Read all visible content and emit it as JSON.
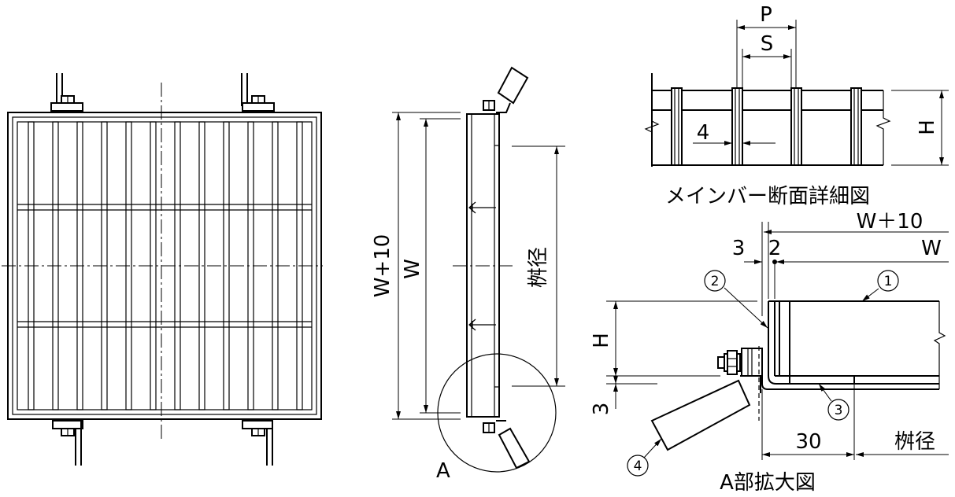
{
  "detail_label_A": "A",
  "section_detail": {
    "title": "メインバー断面詳細図",
    "pitch": "P",
    "space": "S",
    "thickness": "4",
    "height": "H"
  },
  "side_view": {
    "outer_width": "W+10",
    "inner_width": "W",
    "basin_diameter": "桝径"
  },
  "enlarged_A": {
    "title": "A部拡大図",
    "outer_width": "W＋10",
    "inner_width": "W",
    "gap_3": "3",
    "gap_2": "2",
    "height": "H",
    "plate_3": "3",
    "length_30": "30",
    "basin_diameter": "桝径",
    "callouts": [
      "1",
      "2",
      "3",
      "4"
    ]
  }
}
